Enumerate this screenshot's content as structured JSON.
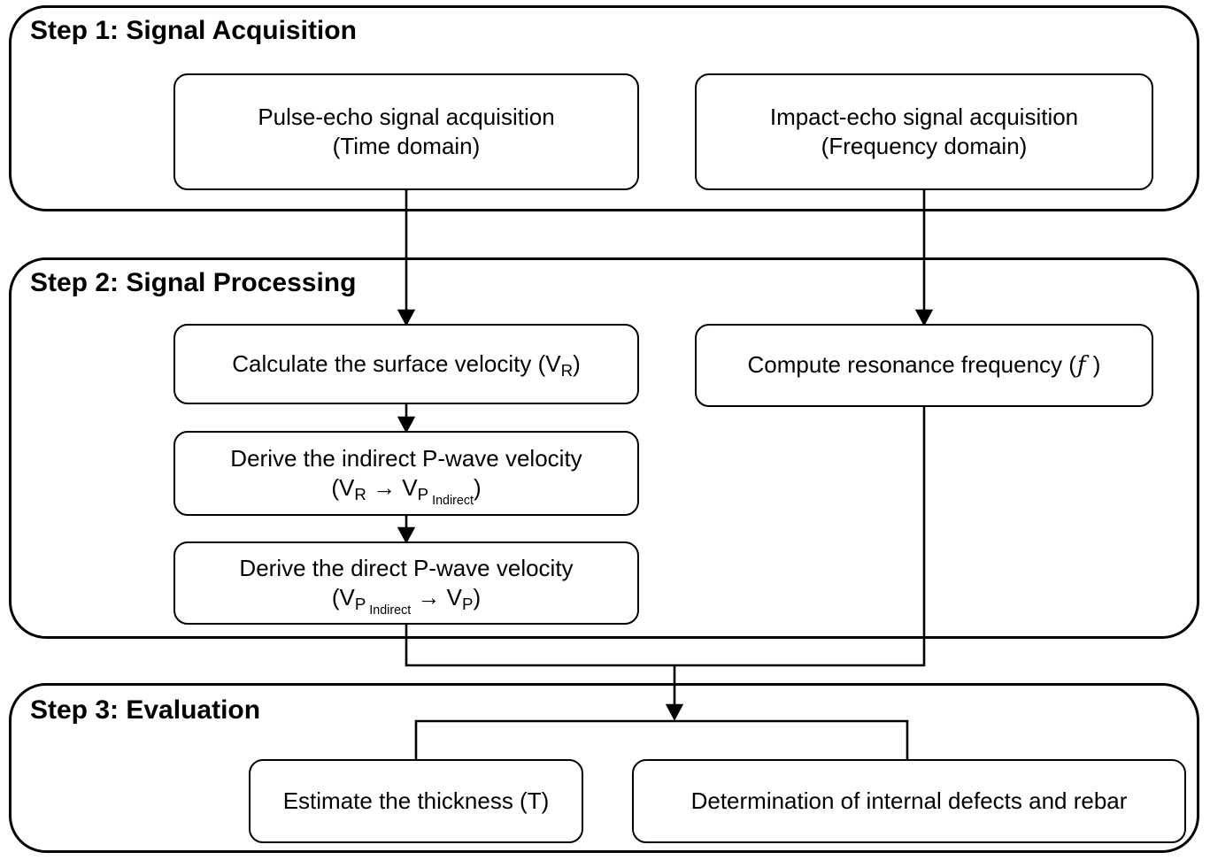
{
  "colors": {
    "background": "#ffffff",
    "line": "#000000",
    "text": "#000000"
  },
  "steps": [
    {
      "title": "Step 1: Signal Acquisition"
    },
    {
      "title": "Step 2: Signal Processing"
    },
    {
      "title": "Step 3: Evaluation"
    }
  ],
  "nodes": {
    "pulse_echo": {
      "lines": [
        [
          {
            "t": "Pulse-echo signal acquisition"
          }
        ],
        [
          {
            "t": "(Time domain)"
          }
        ]
      ]
    },
    "impact_echo": {
      "lines": [
        [
          {
            "t": "Impact-echo signal acquisition"
          }
        ],
        [
          {
            "t": "(Frequency domain)"
          }
        ]
      ]
    },
    "surface_velocity": {
      "lines": [
        [
          {
            "t": "Calculate the surface velocity (V"
          },
          {
            "t": "R",
            "s": "sub"
          },
          {
            "t": ")"
          }
        ]
      ]
    },
    "resonance_frequency": {
      "lines": [
        [
          {
            "t": "Compute resonance frequency ("
          },
          {
            "t": "f",
            "s": "i"
          },
          {
            "t": " )"
          }
        ]
      ]
    },
    "indirect_pwave": {
      "lines": [
        [
          {
            "t": "Derive the indirect P-wave velocity"
          }
        ],
        [
          {
            "t": "(V"
          },
          {
            "t": "R",
            "s": "sub"
          },
          {
            "t": " → V"
          },
          {
            "t": "P",
            "s": "sub"
          },
          {
            "t": " Indirect",
            "s": "subsub"
          },
          {
            "t": ")"
          }
        ]
      ]
    },
    "direct_pwave": {
      "lines": [
        [
          {
            "t": "Derive the direct P-wave velocity"
          }
        ],
        [
          {
            "t": "(V"
          },
          {
            "t": "P",
            "s": "sub"
          },
          {
            "t": " Indirect",
            "s": "subsub"
          },
          {
            "t": " → V"
          },
          {
            "t": "P",
            "s": "sub"
          },
          {
            "t": ")"
          }
        ]
      ]
    },
    "estimate_thickness": {
      "lines": [
        [
          {
            "t": "Estimate the thickness (T)"
          }
        ]
      ]
    },
    "internal_defects": {
      "lines": [
        [
          {
            "t": "Determination of internal defects and rebar"
          }
        ]
      ]
    }
  }
}
